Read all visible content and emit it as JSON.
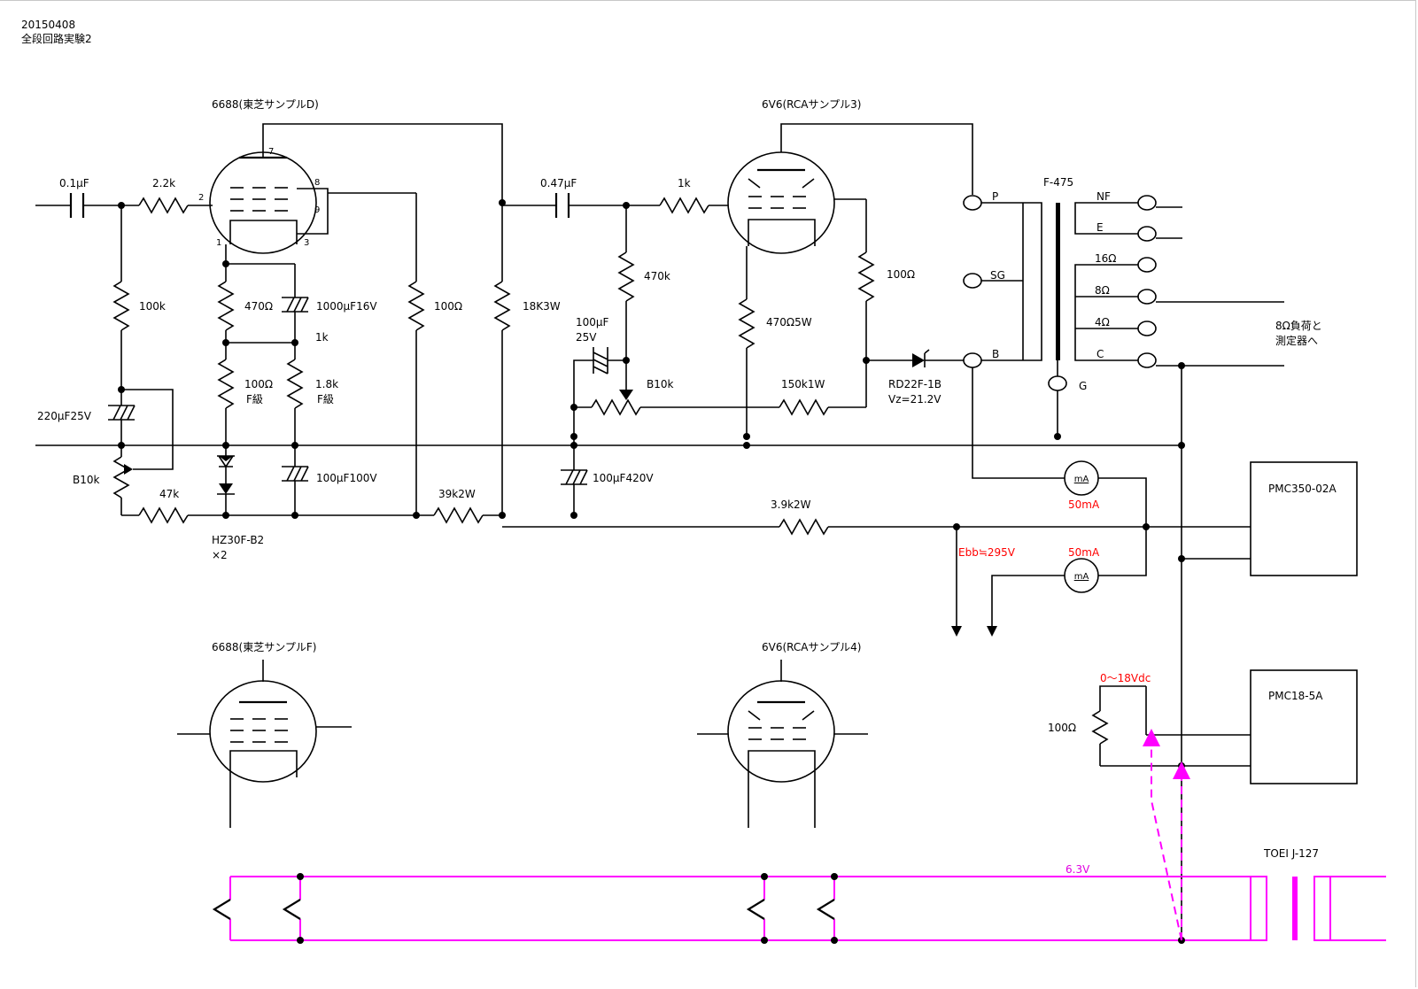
{
  "header": {
    "date": "20150408",
    "title": "全段回路実験2"
  },
  "tubes": {
    "top_left": "6688(東芝サンプルD)",
    "top_right": "6V6(RCAサンプル3)",
    "bottom_left": "6688(東芝サンプルF)",
    "bottom_right": "6V6(RCAサンプル4)"
  },
  "pins": {
    "p7": "7",
    "p2": "2",
    "p8": "8",
    "p9": "9",
    "p1": "1",
    "p3": "3"
  },
  "components": {
    "c_in": "0.1μF",
    "r_grid": "2.2k",
    "r_100k": "100k",
    "c_220u": "220μF25V",
    "vr_b10k_left": "B10k",
    "r_47k": "47k",
    "zener_left": "HZ30F-B2",
    "zener_left_qty": "×2",
    "r_470": "470Ω",
    "c_1000u": "1000μF16V",
    "r_1k_mid": "1k",
    "r_100f": "100Ω",
    "r_100f_grade": "F級",
    "r_1_8k": "1.8k",
    "r_1_8k_grade": "F級",
    "c_100u100": "100μF100V",
    "r_100_plate": "100Ω",
    "r_39k": "39k2W",
    "r_18k": "18K3W",
    "c_047": "0.47μF",
    "r_1k_grid": "1k",
    "r_470k": "470k",
    "c_100u25_a": "100μF",
    "c_100u25_b": "25V",
    "vr_b10k_right": "B10k",
    "c_100u420": "100μF420V",
    "r_150k": "150k1W",
    "r_3_9k": "3.9k2W",
    "r_470_5w": "470Ω5W",
    "r_100_sg": "100Ω",
    "zener_right": "RD22F-1B",
    "zener_right_vz": "Vz=21.2V",
    "ebb": "Ebb≒295V",
    "r_100_heater": "100Ω"
  },
  "transformer": {
    "model": "F-475",
    "terminals_primary": [
      "P",
      "SG",
      "B"
    ],
    "ground": "G",
    "terminals_secondary": [
      "NF",
      "E",
      "16Ω",
      "8Ω",
      "4Ω",
      "C"
    ],
    "load_note_1": "8Ω負荷と",
    "load_note_2": "測定器へ"
  },
  "meters": {
    "unit": "mA",
    "reading_1": "50mA",
    "reading_2": "50mA"
  },
  "supplies": {
    "psu_high": "PMC350-02A",
    "psu_low": "PMC18-5A",
    "psu_low_range": "0〜18Vdc"
  },
  "heater": {
    "voltage": "6.3V",
    "transformer": "TOEI J-127"
  },
  "colors": {
    "wire": "#000000",
    "heater_wire": "#ff00ff",
    "annotation": "#ff0000"
  }
}
